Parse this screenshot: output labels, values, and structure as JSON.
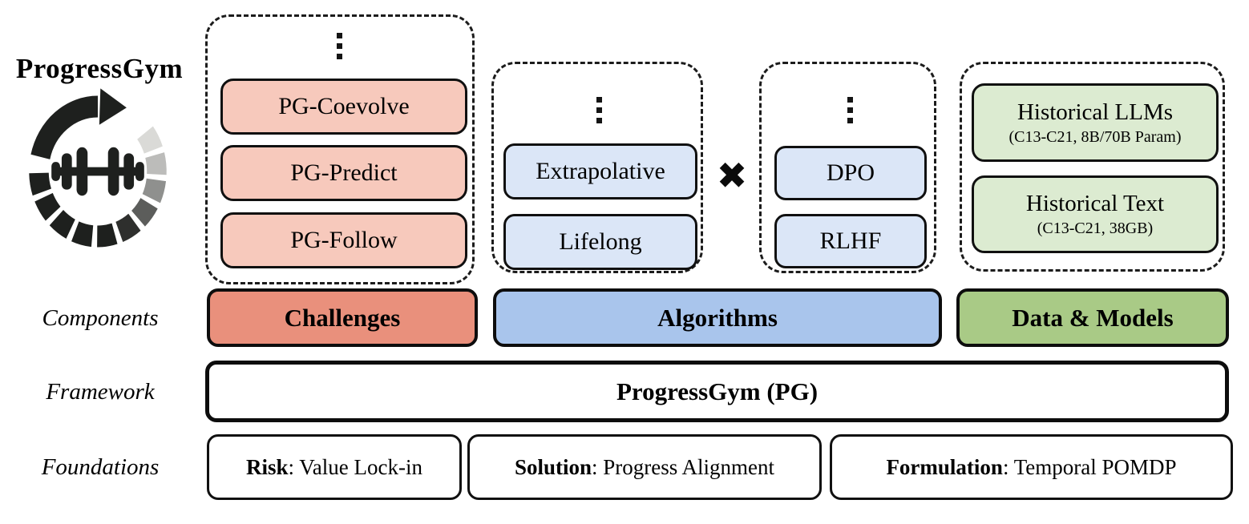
{
  "logo": {
    "title": "ProgressGym"
  },
  "challenges_group": {
    "items": [
      "PG-Coevolve",
      "PG-Predict",
      "PG-Follow"
    ]
  },
  "algorithm_types_group": {
    "items": [
      "Extrapolative",
      "Lifelong"
    ]
  },
  "algorithm_bases_group": {
    "items": [
      "DPO",
      "RLHF"
    ]
  },
  "operator": {
    "cross": "✖"
  },
  "data_models_group": {
    "items": [
      {
        "title": "Historical LLMs",
        "subtitle": "(C13-C21, 8B/70B Param)"
      },
      {
        "title": "Historical Text",
        "subtitle": "(C13-C21, 38GB)"
      }
    ]
  },
  "rows": {
    "components": {
      "label": "Components",
      "challenges": "Challenges",
      "algorithms": "Algorithms",
      "data_models": "Data & Models"
    },
    "framework": {
      "label": "Framework",
      "title": "ProgressGym (PG)"
    },
    "foundations": {
      "label": "Foundations",
      "items": [
        {
          "term": "Risk",
          "desc": ": Value Lock-in"
        },
        {
          "term": "Solution",
          "desc": ": Progress Alignment"
        },
        {
          "term": "Formulation",
          "desc": ": Temporal POMDP"
        }
      ]
    }
  },
  "colors": {
    "challenge_light": "#F7C9BC",
    "challenge_strong": "#E9907C",
    "algorithm_light": "#DBE6F7",
    "algorithm_strong": "#A9C5EC",
    "data_light": "#DCEBD1",
    "data_strong": "#A9CA86",
    "outline": "#111111"
  }
}
